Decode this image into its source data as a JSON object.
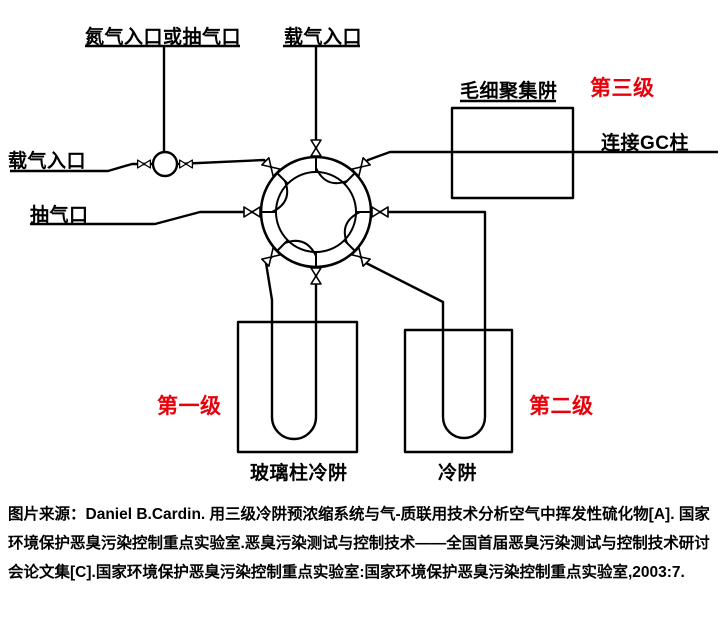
{
  "diagram": {
    "labels": {
      "nitrogen_inlet": "氮气入口或抽气口",
      "carrier_top": "载气入口",
      "carrier_left": "载气入口",
      "pump_port": "抽气口",
      "capillary_trap": "毛细聚集阱",
      "gc_column": "连接GC柱",
      "glass_trap": "玻璃柱冷阱",
      "cold_trap": "冷阱",
      "stage1": "第一级",
      "stage2": "第二级",
      "stage3": "第三级"
    },
    "colors": {
      "line": "#000000",
      "stage_label": "#e8000b",
      "background": "#ffffff"
    }
  },
  "caption": {
    "text": "图片来源：Daniel B.Cardin. 用三级冷阱预浓缩系统与气-质联用技术分析空气中挥发性硫化物[A]. 国家环境保护恶臭污染控制重点实验室.恶臭污染测试与控制技术——全国首届恶臭污染测试与控制技术研讨会论文集[C].国家环境保护恶臭污染控制重点实验室:国家环境保护恶臭污染控制重点实验室,2003:7."
  }
}
